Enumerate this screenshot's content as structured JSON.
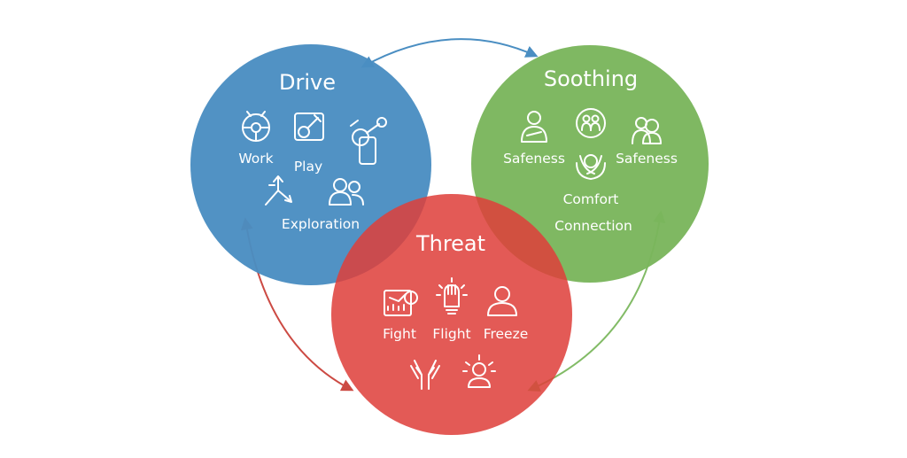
{
  "colors": {
    "drive": "#4a8ec2",
    "soothing": "#7ab55c",
    "threat": "#de3f3a",
    "arrow_blue": "#4a8ec2",
    "arrow_red": "#cc4a43",
    "arrow_green": "#82bb66"
  },
  "drive": {
    "title": "Drive",
    "labels": {
      "work": "Work",
      "play": "Play",
      "exploration": "Exploration"
    },
    "icons": [
      "steering-wheel-icon",
      "board-game-icon",
      "joystick-icon",
      "branching-arrows-icon",
      "people-group-icon"
    ]
  },
  "soothing": {
    "title": "Soothing",
    "labels": {
      "safeness_left": "Safeness",
      "safeness_right": "Safeness",
      "comfort": "Comfort",
      "connection": "Connection"
    },
    "icons": [
      "self-hug-person-icon",
      "circle-people-icon",
      "two-people-icon",
      "hugging-hands-icon"
    ]
  },
  "threat": {
    "title": "Threat",
    "labels": {
      "fight": "Fight",
      "flight": "Flight",
      "freeze": "Freeze"
    },
    "icons": [
      "alarm-panel-icon",
      "glowing-fist-icon",
      "person-bust-icon",
      "raised-hands-icon",
      "alarmed-person-icon"
    ]
  }
}
